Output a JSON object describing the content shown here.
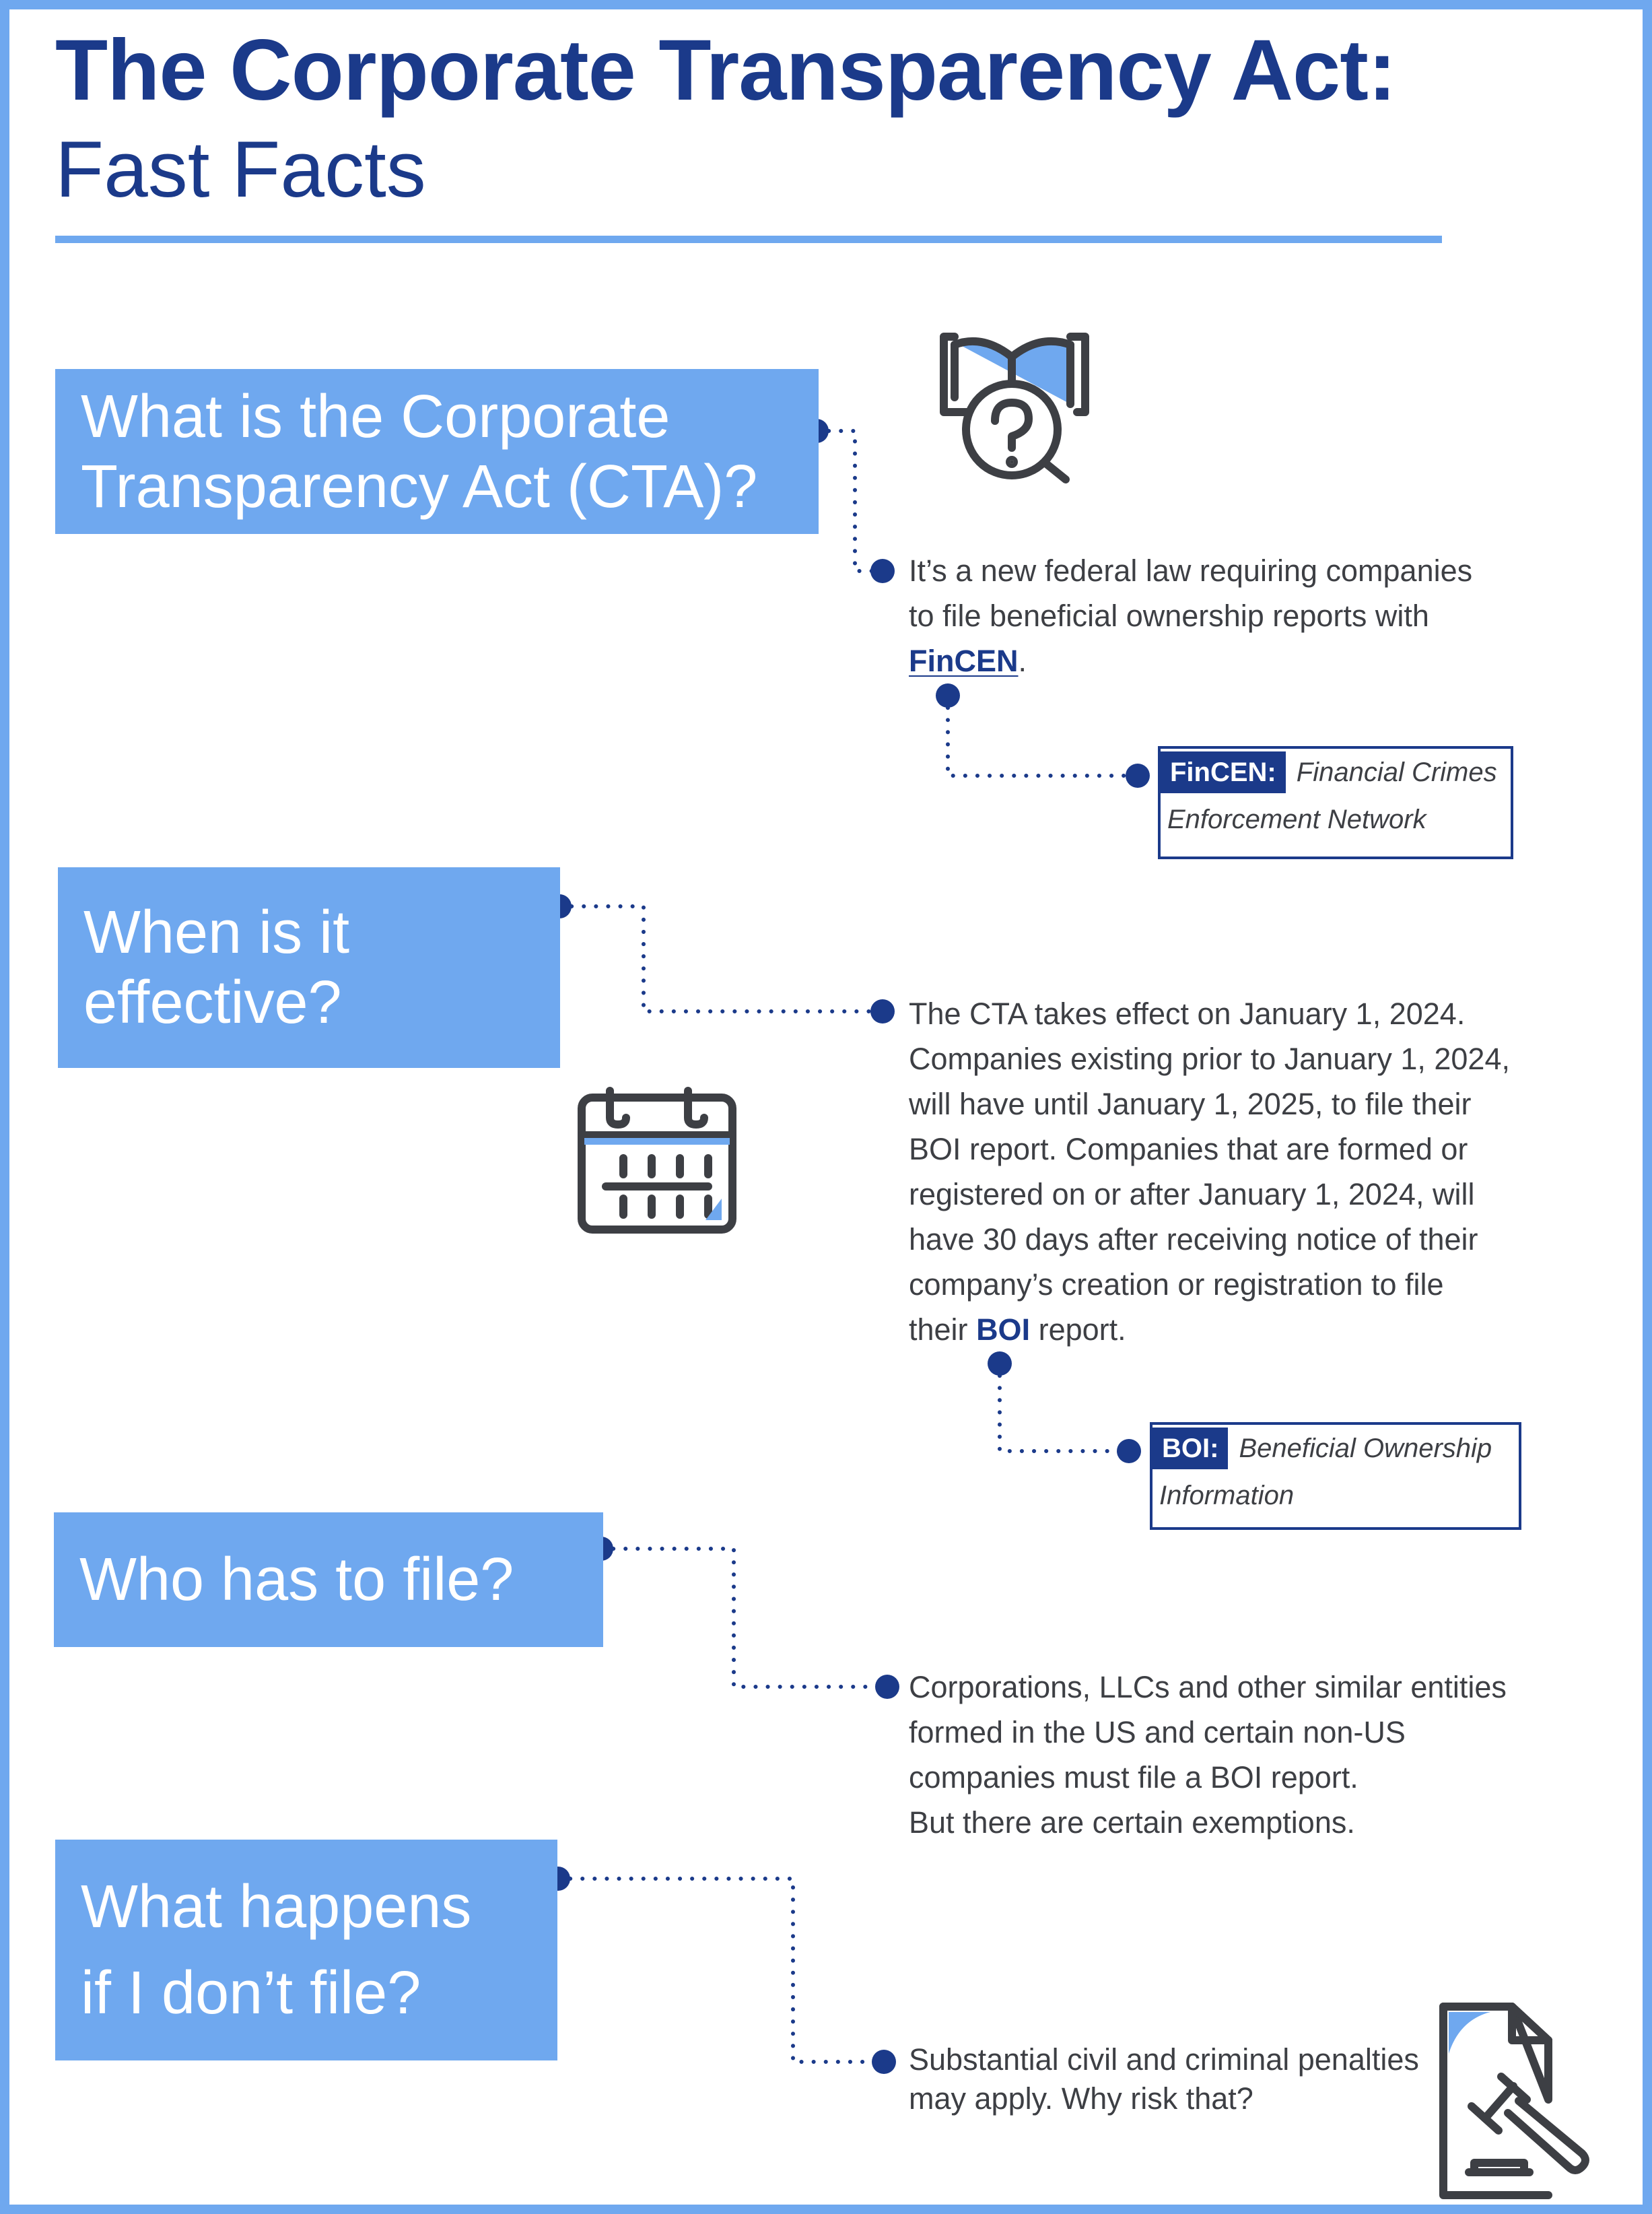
{
  "title": {
    "line1": "The Corporate Transparency Act:",
    "line2": "Fast Facts"
  },
  "sections": [
    {
      "question": [
        "What is the Corporate",
        "Transparency Act (CTA)?"
      ],
      "answer": [
        "It’s a new federal law requiring companies",
        "to file beneficial ownership reports with"
      ],
      "answer_term": "FinCEN",
      "answer_term_suffix": ".",
      "definition": {
        "abbr": "FinCEN:",
        "text_line1": "Financial Crimes",
        "text_line2": "Enforcement Network"
      },
      "icon": "book-question-icon"
    },
    {
      "question": [
        "When is it",
        "effective?"
      ],
      "answer": [
        "The CTA takes effect on January 1, 2024.",
        "Companies existing prior to January 1, 2024,",
        "will have until January 1, 2025, to file their",
        "BOI report. Companies that are formed or",
        "registered on or after January 1, 2024, will",
        "have 30 days after receiving notice of their",
        "company’s creation or registration to file"
      ],
      "answer_last_prefix": "their",
      "answer_term": "BOI",
      "answer_last_suffix": "report.",
      "definition": {
        "abbr": "BOI:",
        "text_line1": "Beneficial Ownership",
        "text_line2": "Information"
      },
      "icon": "calendar-icon"
    },
    {
      "question": [
        "Who has to file?"
      ],
      "answer": [
        "Corporations, LLCs and other similar entities",
        "formed in the US and certain non-US",
        "companies must file a BOI report.",
        "But there are certain exemptions."
      ]
    },
    {
      "question": [
        "What happens",
        "if I don’t file?"
      ],
      "answer": [
        "Substantial civil and criminal penalties",
        "may apply. Why risk that?"
      ],
      "icon": "gavel-document-icon"
    }
  ],
  "colors": {
    "accent_light": "#6fa8ef",
    "accent_dark": "#1b3a8a",
    "icon_stroke": "#3d3f44",
    "body_text": "#3d3f44"
  }
}
